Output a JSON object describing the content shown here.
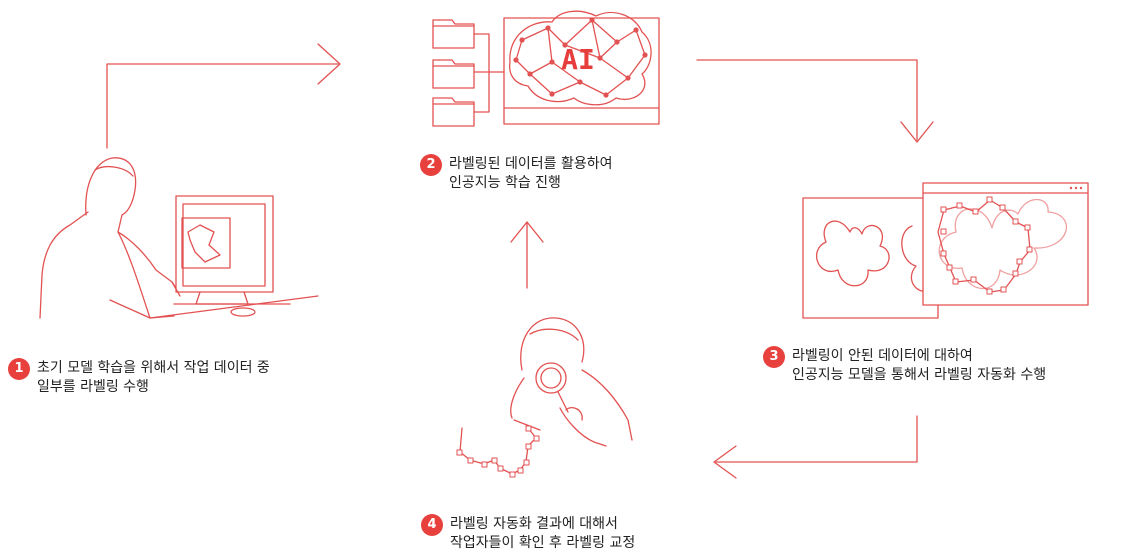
{
  "colors": {
    "accent": "#e63d3d",
    "line": "#e35252",
    "text": "#222222",
    "badge": "#e8413d"
  },
  "hub_label": "AI",
  "steps": [
    {
      "number": "1",
      "line1": "초기 모델 학습을 위해서 작업 데이터 중",
      "line2": "일부를 라벨링 수행"
    },
    {
      "number": "2",
      "line1": "라벨링된 데이터를 활용하여",
      "line2": "인공지능 학습 진행"
    },
    {
      "number": "3",
      "line1": "라벨링이 안된 데이터에 대하여",
      "line2": "인공지능 모델을 통해서 라벨링 자동화 수행"
    },
    {
      "number": "4",
      "line1": "라벨링 자동화 결과에 대해서",
      "line2": "작업자들이 확인 후 라벨링 교정"
    }
  ]
}
